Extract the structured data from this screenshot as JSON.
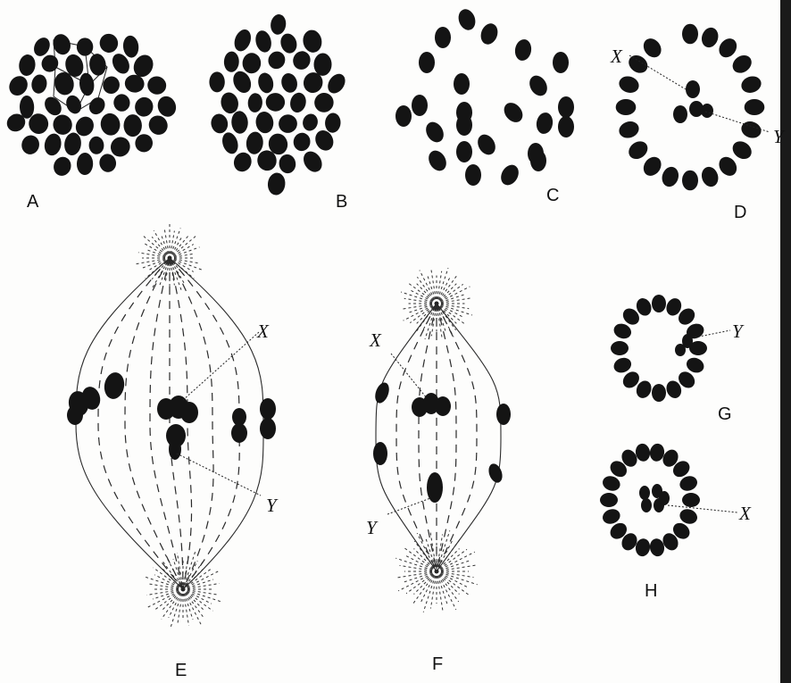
{
  "figures": {
    "a": {
      "label": "A"
    },
    "b": {
      "label": "B"
    },
    "c": {
      "label": "C"
    },
    "d": {
      "label": "D",
      "x_label": "X",
      "y_label": "Y"
    },
    "e": {
      "label": "E",
      "x_label": "X",
      "y_label": "Y"
    },
    "f": {
      "label": "F",
      "x_label": "X",
      "y_label": "Y"
    },
    "g": {
      "label": "G",
      "y_label": "Y"
    },
    "h": {
      "label": "H",
      "x_label": "X"
    }
  },
  "colors": {
    "chromosome": "#141414",
    "background": "#fdfdfc"
  }
}
